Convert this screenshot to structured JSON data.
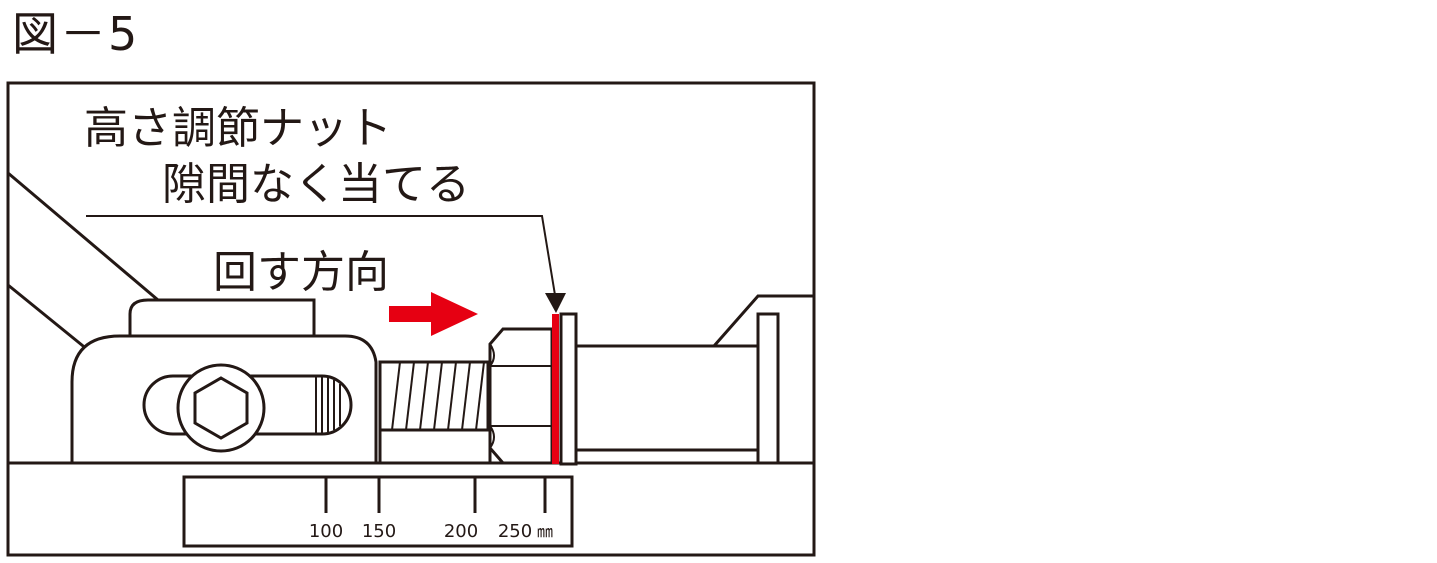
{
  "figure": {
    "title": "図－5"
  },
  "labels": {
    "nut_line1": "高さ調節ナット",
    "nut_line2": "隙間なく当てる",
    "rotate_direction": "回す方向"
  },
  "scale": {
    "ticks": [
      "100",
      "150",
      "200",
      "250"
    ],
    "unit": "㎜"
  },
  "colors": {
    "ink": "#231815",
    "accent": "#e60012"
  },
  "icons": {
    "arrow": "right-arrow-icon",
    "bolt_head": "hex-socket-icon"
  }
}
